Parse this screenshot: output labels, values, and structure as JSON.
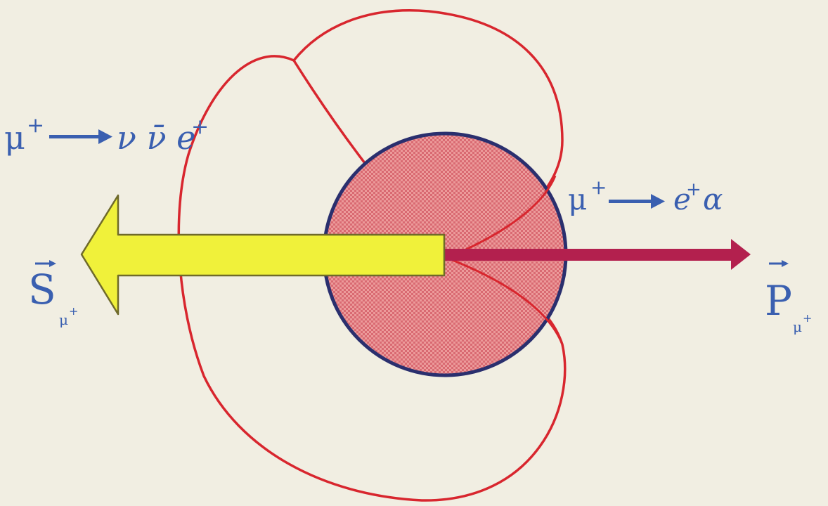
{
  "labels": {
    "decay_standard": {
      "particle": "μ",
      "charge": "+",
      "products": "ν ν̄ e",
      "product_charge": "+"
    },
    "decay_exotic": {
      "particle": "μ",
      "charge": "+",
      "products": "e",
      "product_charge": "+",
      "boson": "α"
    },
    "spin": {
      "symbol": "S",
      "subscript": "μ",
      "subscript_charge": "+"
    },
    "momentum": {
      "symbol": "P",
      "subscript": "μ",
      "subscript_charge": "+"
    }
  },
  "colors": {
    "background": "#f1eee2",
    "label_blue": "#3a5fb0",
    "cardioid_red": "#d8262e",
    "sphere_fill": "#e98a8a",
    "sphere_outline": "#2a2f6e",
    "spin_arrow": "#f0f13a",
    "momentum_arrow": "#b3204e"
  }
}
